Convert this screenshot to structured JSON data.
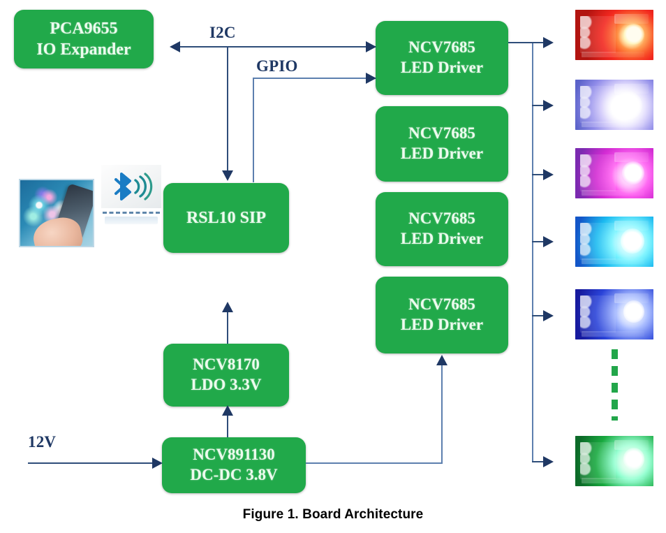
{
  "figure": {
    "caption": "Figure 1. Board Architecture"
  },
  "blocks": {
    "io_expander": {
      "line1": "PCA9655",
      "line2": "IO Expander"
    },
    "mcu": {
      "line1": "RSL10 SIP",
      "line2": ""
    },
    "led_driver_1": {
      "line1": "NCV7685",
      "line2": "LED Driver"
    },
    "led_driver_2": {
      "line1": "NCV7685",
      "line2": "LED Driver"
    },
    "led_driver_3": {
      "line1": "NCV7685",
      "line2": "LED Driver"
    },
    "led_driver_4": {
      "line1": "NCV7685",
      "line2": "LED Driver"
    },
    "ldo": {
      "line1": "NCV8170",
      "line2": "LDO  3.3V"
    },
    "dcdc": {
      "line1": "NCV891130",
      "line2": "DC-DC 3.8V"
    }
  },
  "bus_labels": {
    "i2c": "I2C",
    "gpio": "GPIO",
    "input": "12V"
  },
  "images": {
    "phone": {
      "name": "smartphone-app-photo"
    },
    "bluetooth": {
      "name": "bluetooth-wireless-icon"
    },
    "led_boards": [
      {
        "name": "led-board-red",
        "color": "#F2271F",
        "bg": "#E8742A",
        "glow": "#FFF6C8"
      },
      {
        "name": "led-board-white",
        "color": "#6E7CE8",
        "bg": "#7C8BE6",
        "glow": "#FFFFFF"
      },
      {
        "name": "led-board-magenta",
        "color": "#D12BD2",
        "bg": "#8E3FC8",
        "glow": "#FFFFFF"
      },
      {
        "name": "led-board-cyan",
        "color": "#1BB9F0",
        "bg": "#1D63D8",
        "glow": "#EAFBFF"
      },
      {
        "name": "led-board-blue",
        "color": "#1B39D8",
        "bg": "#2222B8",
        "glow": "#F2F6FF"
      },
      {
        "name": "led-board-green",
        "color": "#19A93F",
        "bg": "#16892F",
        "glow": "#E9FFF0"
      }
    ],
    "ellipsis": {
      "name": "vertical-dashed-continuation",
      "color": "#22A64A"
    }
  },
  "colors": {
    "block_green": "#21A94A",
    "block_text": "#ECFBEE",
    "line_dark": "#1F3864",
    "line_light": "#5C7FAE"
  }
}
